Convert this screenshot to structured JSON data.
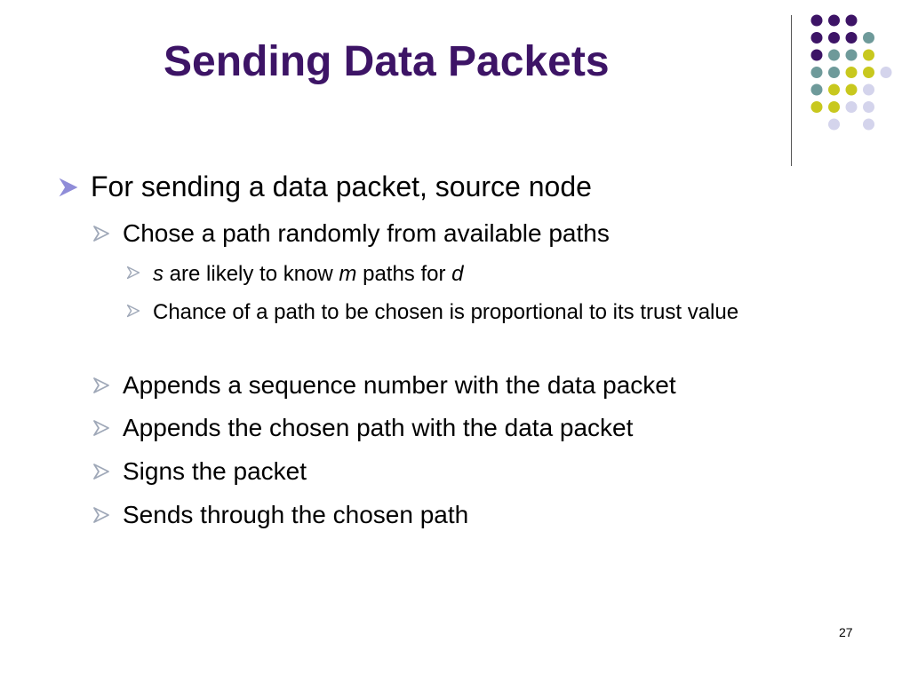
{
  "slide": {
    "title": "Sending Data Packets",
    "page_number": "27"
  },
  "bullets": {
    "main": "For sending a data packet, source node",
    "chose_path": "Chose a path randomly from available paths",
    "likely_know": {
      "s": "s",
      "part1": " are likely to know ",
      "m": "m",
      "part2": " paths for ",
      "d": "d"
    },
    "chance": "Chance of a path to be chosen is proportional to its trust value",
    "append_seq": "Appends a sequence number with the data packet",
    "append_path": "Appends the chosen path with the data packet",
    "sign": "Signs the packet",
    "send": "Sends through the chosen path"
  },
  "colors": {
    "title": "#3d1466",
    "bullet_arrow_level1": "#8f8cd8",
    "bullet_arrow_level2": "#9fa8b8",
    "dot_purple": "#3d1466",
    "dot_teal": "#6e9a9a",
    "dot_yellow": "#c8c81e",
    "dot_lavender": "#d4d4ec"
  },
  "icons": {
    "bullet": "arrow-bullet-icon"
  }
}
